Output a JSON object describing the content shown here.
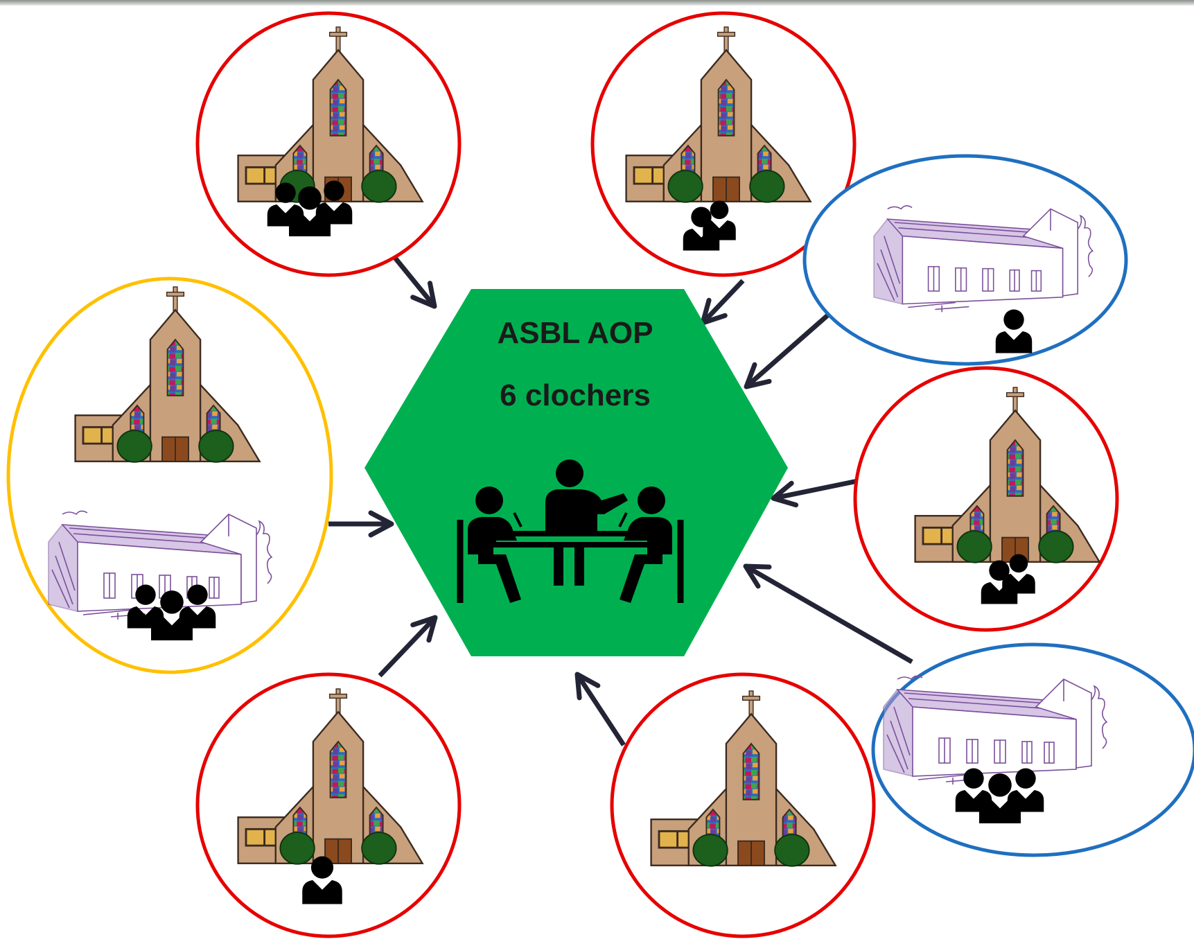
{
  "hub": {
    "line1": "ASBL AOP",
    "line2": "6 clochers",
    "color": "#00b050",
    "icon": "meeting-table-icon"
  },
  "colors": {
    "church_ring": "#e60000",
    "hall_ring": "#1f6fc0",
    "combined_ring": "#ffc000",
    "arrow": "#232536",
    "people": "#000000",
    "church_wall": "#c8a07c",
    "church_outline": "#3b2a1f",
    "hall_line": "#7a4f9a",
    "bush": "#1d5f1d",
    "door": "#8b4a1e"
  },
  "nodes": [
    {
      "name": "parish-1-church",
      "kind": "church",
      "ring": "red",
      "people": 3
    },
    {
      "name": "parish-2-church",
      "kind": "church",
      "ring": "red",
      "people": 2
    },
    {
      "name": "parish-3-hall",
      "kind": "hall",
      "ring": "blue",
      "people": 1
    },
    {
      "name": "parish-4-church",
      "kind": "church",
      "ring": "red",
      "people": 2
    },
    {
      "name": "parish-5-hall",
      "kind": "hall",
      "ring": "blue",
      "people": 3
    },
    {
      "name": "parish-6-church",
      "kind": "church",
      "ring": "red",
      "people": 0
    },
    {
      "name": "parish-7-church",
      "kind": "church",
      "ring": "red",
      "people": 1
    },
    {
      "name": "parish-8-church-and-hall",
      "kind": "church+hall",
      "ring": "yellow",
      "people": 3
    }
  ]
}
